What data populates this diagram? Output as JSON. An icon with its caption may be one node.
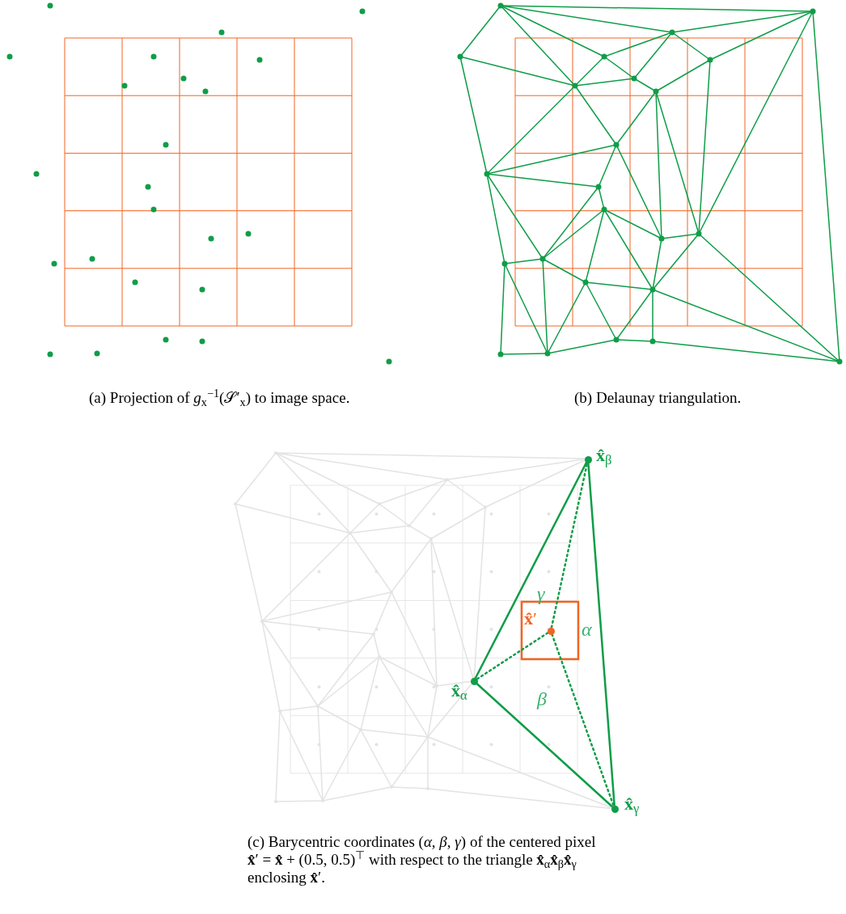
{
  "diagram": {
    "nodes": [
      {
        "text": [],
        "shape": "circle",
        "beside": [
          "**x̂**$_{α}$"
        ]
      },
      {
        "text": [],
        "shape": "circle",
        "beside": [
          "**x̂**$_{β}$"
        ]
      },
      {
        "text": [],
        "shape": "circle",
        "beside": [
          "**x̂**$_{γ}$"
        ]
      },
      {
        "text": [],
        "shape": "circle",
        "beside": [
          "**x̂**′"
        ]
      }
    ],
    "edges": [
      {
        "from": 0,
        "to": 1,
        "arrow": "none"
      },
      {
        "from": 1,
        "to": 2,
        "arrow": "none"
      },
      {
        "from": 2,
        "to": 0,
        "arrow": "none"
      },
      {
        "from": 3,
        "to": 0,
        "arrow": "none",
        "style": "dashed"
      },
      {
        "from": 3,
        "to": 1,
        "arrow": "none",
        "style": "dashed"
      },
      {
        "from": 3,
        "to": 2,
        "arrow": "none",
        "style": "dashed"
      }
    ],
    "labels": [
      "(a) Projection of *g*$_{x}$$^{−1}$(𝒮′$_{x}$) to image space.",
      "(b) Delaunay triangulation.",
      "γ",
      "α",
      "β",
      "(c) Barycentric coordinates (*α*, *β*, *γ*) of the centered pixel **x̂**′ = **x̂** + (0.5, 0.5)$^{⊤}$ with respect to the triangle **x̂**$_{α}$**x̂**$_{β}$**x̂**$_{γ}$ enclosing **x̂**′."
    ]
  }
}
